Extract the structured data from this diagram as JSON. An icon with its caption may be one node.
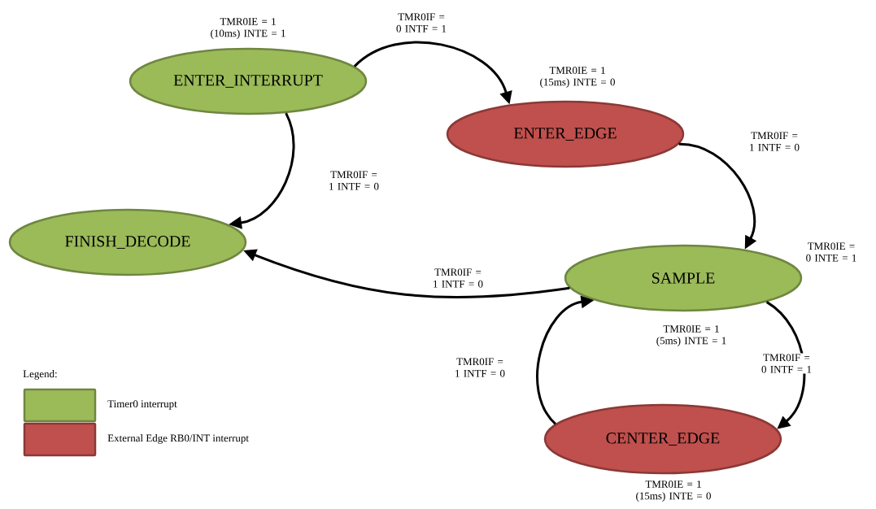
{
  "diagram": {
    "nodes": [
      {
        "text": [
          "ENTER_INTERRUPT"
        ],
        "beside": [
          "TMR0IE = 1 (10ms) INTE = 1"
        ]
      },
      {
        "text": [
          "ENTER_EDGE"
        ],
        "beside": [
          "TMR0IE = 1 (15ms) INTE = 0"
        ]
      },
      {
        "text": [
          "FINISH_DECODE"
        ]
      },
      {
        "text": [
          "SAMPLE"
        ],
        "beside": [
          "TMR0IE = 0 INTE = 1",
          "TMR0IE = 1 (5ms) INTE = 1"
        ]
      },
      {
        "text": [
          "CENTER_EDGE"
        ],
        "beside": [
          "TMR0IE = 1 (15ms) INTE = 0"
        ]
      }
    ],
    "edges": [
      {
        "from": 0,
        "to": 1,
        "arrow": "to",
        "label": "TMR0IF = 0 INTF = 1"
      },
      {
        "from": 0,
        "to": 2,
        "arrow": "to",
        "label": "TMR0IF = 1 INTF = 0"
      },
      {
        "from": 1,
        "to": 3,
        "arrow": "to",
        "label": "TMR0IF = 1 INTF = 0"
      },
      {
        "from": 3,
        "to": 2,
        "arrow": "to",
        "label": "TMR0IF = 1 INTF = 0"
      },
      {
        "from": 3,
        "to": 4,
        "arrow": "to",
        "label": "TMR0IF = 0 INTF = 1"
      },
      {
        "from": 4,
        "to": 3,
        "arrow": "to",
        "label": "TMR0IF = 1 INTF = 0"
      }
    ],
    "labels": [
      "Legend:"
    ],
    "legend": [
      {
        "text": "Timer0 interrupt",
        "color": "#9bbb59"
      },
      {
        "text": "External Edge RB0/INT interrupt",
        "color": "#c0504d"
      }
    ]
  }
}
